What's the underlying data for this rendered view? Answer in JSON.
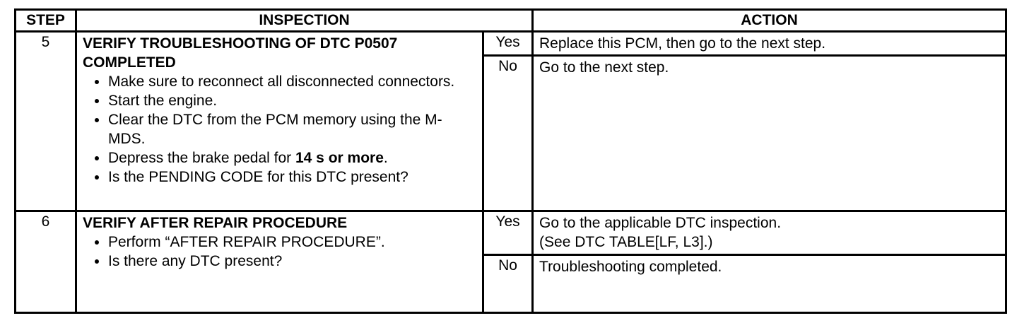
{
  "headers": {
    "step": "STEP",
    "inspection": "INSPECTION",
    "action": "ACTION"
  },
  "rows": [
    {
      "step": "5",
      "title_line1": "VERIFY TROUBLESHOOTING OF DTC P0507",
      "title_line2": "COMPLETED",
      "bullets": [
        "Make sure to reconnect all disconnected connectors.",
        "Start the engine.",
        "Clear the DTC from the PCM memory using the M-MDS.",
        "Depress the brake pedal for ",
        "Is the PENDING CODE for this DTC present?"
      ],
      "bullet4_bold": "14 s or more",
      "bullet4_tail": ".",
      "yes_label": "Yes",
      "yes_action": "Replace this PCM, then go to the next step.",
      "no_label": "No",
      "no_action": "Go to the next step."
    },
    {
      "step": "6",
      "title_line1": "VERIFY AFTER REPAIR PROCEDURE",
      "bullets": [
        "Perform “AFTER REPAIR PROCEDURE”.",
        "Is there any DTC present?"
      ],
      "yes_label": "Yes",
      "yes_action_line1": "Go to the applicable DTC inspection.",
      "yes_action_line2": "(See  DTC TABLE[LF, L3].)",
      "no_label": "No",
      "no_action": "Troubleshooting completed."
    }
  ]
}
